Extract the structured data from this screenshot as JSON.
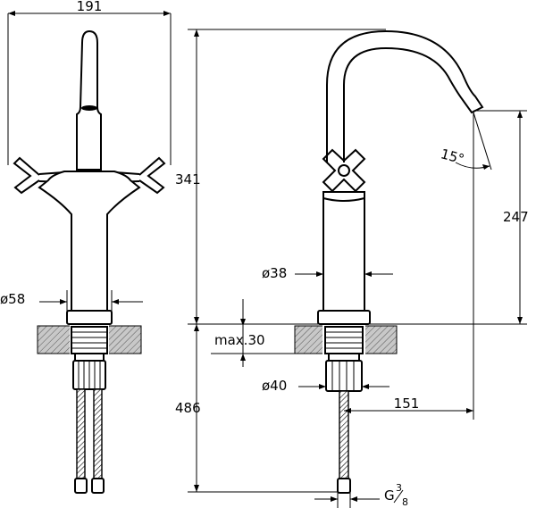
{
  "dimensions": {
    "width_overall": "191",
    "height_total": "341",
    "spout_height": "247",
    "base_diameter_front": "ø58",
    "body_diameter": "ø38",
    "counter_thickness": "max.30",
    "thread_base_diameter": "ø40",
    "spout_reach": "151",
    "install_depth": "486",
    "angle": "15°",
    "thread_main": "G",
    "thread_num": "3",
    "thread_den": "8"
  },
  "colors": {
    "line": "#000000",
    "hatch_fill": "#9a9a9a",
    "background": "#ffffff"
  }
}
